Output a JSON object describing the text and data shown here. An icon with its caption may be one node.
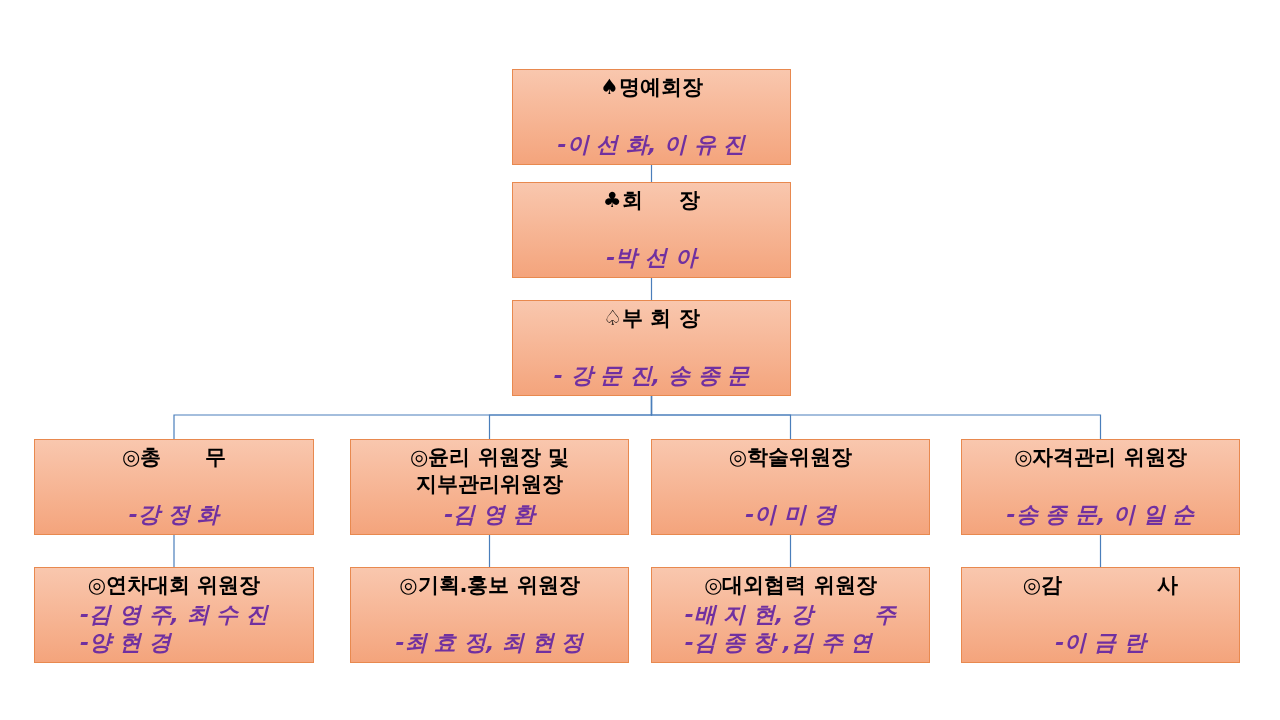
{
  "diagram": {
    "nodes": [
      {
        "text": [
          "♠명예회장",
          "-이 선 화, 이 유 진"
        ]
      },
      {
        "text": [
          "♣회     장",
          "-박 선 아"
        ]
      },
      {
        "text": [
          "♤부 회 장",
          "- 강 문 진, 송 종 문"
        ]
      },
      {
        "text": [
          "◎총      무",
          "-강 정 화"
        ]
      },
      {
        "text": [
          "◎윤리 위원장 및 지부관리위원장",
          "-김 영 환"
        ]
      },
      {
        "text": [
          "◎학술위원장",
          "-이 미 경"
        ]
      },
      {
        "text": [
          "◎자격관리 위원장",
          "-송 종 문, 이 일 순"
        ]
      },
      {
        "text": [
          "◎연차대회 위원장",
          "-김 영 주, 최 수 진",
          "-양 현 경"
        ]
      },
      {
        "text": [
          "◎기획.홍보 위원장",
          "-최 효 정, 최 현 정"
        ]
      },
      {
        "text": [
          "◎대외협력 위원장",
          "-배 지 현, 강        주",
          "-김 종 창 ,김 주 연"
        ]
      },
      {
        "text": [
          "◎감             사",
          "-이 금 란"
        ]
      }
    ],
    "edges": [
      {
        "from": 0,
        "to": 1,
        "arrow": "none"
      },
      {
        "from": 1,
        "to": 2,
        "arrow": "none"
      },
      {
        "from": 2,
        "to": 3,
        "arrow": "none"
      },
      {
        "from": 2,
        "to": 4,
        "arrow": "none"
      },
      {
        "from": 2,
        "to": 5,
        "arrow": "none"
      },
      {
        "from": 2,
        "to": 6,
        "arrow": "none"
      },
      {
        "from": 3,
        "to": 7,
        "arrow": "none"
      },
      {
        "from": 4,
        "to": 8,
        "arrow": "none"
      },
      {
        "from": 5,
        "to": 9,
        "arrow": "none"
      },
      {
        "from": 6,
        "to": 10,
        "arrow": "none"
      }
    ]
  }
}
